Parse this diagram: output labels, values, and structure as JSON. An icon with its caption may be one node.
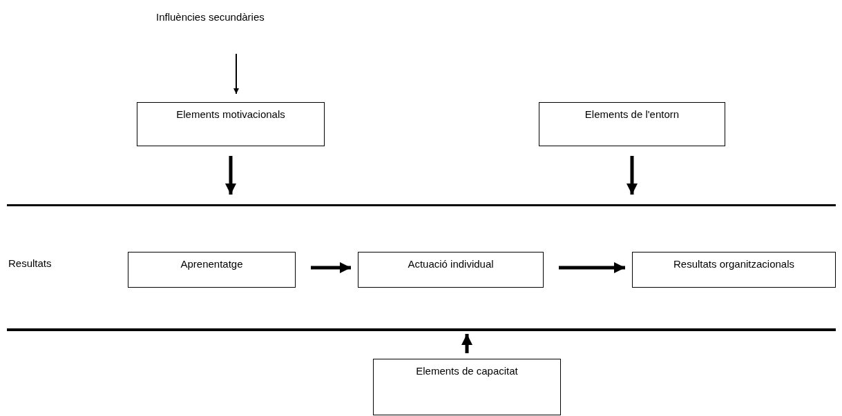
{
  "diagram": {
    "nodes": [
      {
        "text": [
          "Influències secundàries"
        ]
      },
      {
        "text": [
          "Elements motivacionals"
        ]
      },
      {
        "text": [
          "Elements de l'entorn"
        ]
      },
      {
        "text": [
          "Resultats"
        ]
      },
      {
        "text": [
          "Aprenentatge"
        ],
        "in": 3
      },
      {
        "text": [
          "Actuació individual"
        ],
        "in": 3
      },
      {
        "text": [
          "Resultats organitzacionals"
        ],
        "in": 3
      },
      {
        "text": [
          "Elements de capacitat"
        ]
      }
    ],
    "edges": [
      {
        "from": 0,
        "to": 1,
        "arrow": "to"
      },
      {
        "from": 1,
        "to": 3,
        "arrow": "to"
      },
      {
        "from": 2,
        "to": 3,
        "arrow": "to"
      },
      {
        "from": 4,
        "to": 5,
        "arrow": "to"
      },
      {
        "from": 5,
        "to": 6,
        "arrow": "to"
      },
      {
        "from": 7,
        "to": 3,
        "arrow": "to"
      }
    ]
  }
}
